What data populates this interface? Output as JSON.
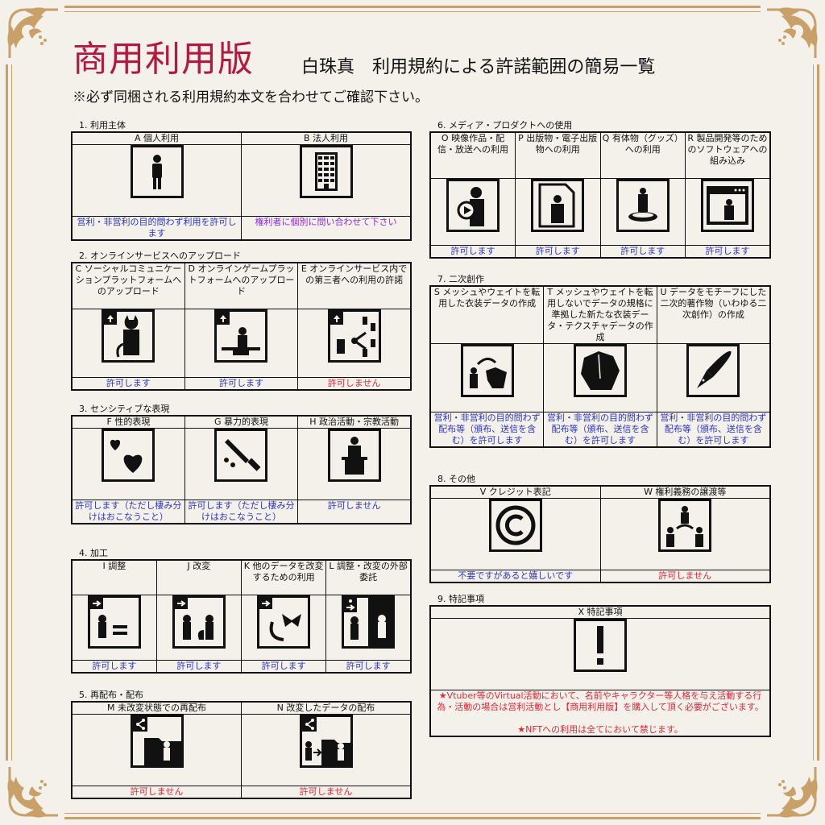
{
  "colors": {
    "title": "#b5173f",
    "permit": "#2b32c9",
    "deny": "#e0283a",
    "contact": "#8a2be2",
    "frame": "#c9a068",
    "background": "#f3f1ea"
  },
  "header": {
    "title": "商用利用版",
    "subtitle": "白珠真　利用規約による許諾範囲の簡易一覧",
    "notice": "※必ず同梱される利用規約本文を合わせてご確認下さい。"
  },
  "sections": [
    {
      "id": "s1",
      "title": "1. 利用主体",
      "items": [
        {
          "key": "A",
          "label": "A 個人利用",
          "icon": "person-icon",
          "result": "営利・非営利の目的問わず利用を許可します",
          "status": "permit"
        },
        {
          "key": "B",
          "label": "B 法人利用",
          "icon": "building-icon",
          "result": "権利者に個別に問い合わせて下さい",
          "status": "contact"
        }
      ]
    },
    {
      "id": "s2",
      "title": "2. オンラインサービスへのアップロード",
      "items": [
        {
          "key": "C",
          "label": "C ソーシャルコミュニケーションプラットフォームへのアップロード",
          "icon": "upload-avatar-icon",
          "result": "許可します",
          "status": "permit"
        },
        {
          "key": "D",
          "label": "D オンラインゲームプラットフォームへのアップロード",
          "icon": "upload-game-icon",
          "result": "許可します",
          "status": "permit"
        },
        {
          "key": "E",
          "label": "E オンラインサービス内での第三者への利用の許諾",
          "icon": "upload-share-icon",
          "result": "許可しません",
          "status": "deny"
        }
      ]
    },
    {
      "id": "s3",
      "title": "3. センシティブな表現",
      "items": [
        {
          "key": "F",
          "label": "F 性的表現",
          "icon": "hearts-icon",
          "result": "許可します（ただし棲み分けはおこなうこと）",
          "status": "permit"
        },
        {
          "key": "G",
          "label": "G 暴力的表現",
          "icon": "knife-icon",
          "result": "許可します（ただし棲み分けはおこなうこと）",
          "status": "permit"
        },
        {
          "key": "H",
          "label": "H 政治活動・宗教活動",
          "icon": "podium-icon",
          "result": "許可しません",
          "status": "permit"
        }
      ]
    },
    {
      "id": "s4",
      "title": "4. 加工",
      "items": [
        {
          "key": "I",
          "label": "I 調整",
          "icon": "adjust-icon",
          "result": "許可します",
          "status": "permit"
        },
        {
          "key": "J",
          "label": "J 改変",
          "icon": "modify-icon",
          "result": "許可します",
          "status": "permit"
        },
        {
          "key": "K",
          "label": "K 他のデータを改変するための利用",
          "icon": "parts-icon",
          "result": "許可します",
          "status": "permit"
        },
        {
          "key": "L",
          "label": "L 調整・改変の外部委託",
          "icon": "outsource-icon",
          "result": "許可します",
          "status": "permit"
        }
      ]
    },
    {
      "id": "s5",
      "title": "5. 再配布・配布",
      "items": [
        {
          "key": "M",
          "label": "M 未改変状態での再配布",
          "icon": "share-folder-icon",
          "result": "許可しません",
          "status": "deny"
        },
        {
          "key": "N",
          "label": "N 改変したデータの配布",
          "icon": "share-modified-icon",
          "result": "許可しません",
          "status": "deny"
        }
      ]
    },
    {
      "id": "s6",
      "title": "6. メディア・プロダクトへの使用",
      "items": [
        {
          "key": "O",
          "label": "O 映像作品・配信・放送への利用",
          "icon": "video-icon",
          "result": "許可します",
          "status": "permit"
        },
        {
          "key": "P",
          "label": "P 出版物・電子出版物への利用",
          "icon": "publication-icon",
          "result": "許可します",
          "status": "permit"
        },
        {
          "key": "Q",
          "label": "Q 有体物（グッズ）への利用",
          "icon": "figure-icon",
          "result": "許可します",
          "status": "permit"
        },
        {
          "key": "R",
          "label": "R 製品開発等のためのソフトウェアへの組み込み",
          "icon": "software-window-icon",
          "result": "許可します",
          "status": "permit"
        }
      ]
    },
    {
      "id": "s7",
      "title": "7. 二次創作",
      "items": [
        {
          "key": "S",
          "label": "S メッシュやウェイトを転用した衣装データの作成",
          "icon": "costume-transfer-icon",
          "result": "営利・非営利の目的問わず配布等（頒布、送信を含む）を許可します",
          "status": "permit"
        },
        {
          "key": "T",
          "label": "T メッシュやウェイトを転用しないでデータの規格に準拠した新たな衣装データ・テクスチャデータの作成",
          "icon": "costume-icon",
          "result": "営利・非営利の目的問わず配布等（頒布、送信を含む）を許可します",
          "status": "permit"
        },
        {
          "key": "U",
          "label": "U データをモチーフにした二次的著作物（いわゆる二次創作）の作成",
          "icon": "pen-nib-icon",
          "result": "営利・非営利の目的問わず配布等（頒布、送信を含む）を許可します",
          "status": "permit"
        }
      ]
    },
    {
      "id": "s8",
      "title": "8. その他",
      "items": [
        {
          "key": "V",
          "label": "V クレジット表記",
          "icon": "copyright-icon",
          "result": "不要ですがあると嬉しいです",
          "status": "permit"
        },
        {
          "key": "W",
          "label": "W 権利義務の譲渡等",
          "icon": "transfer-icon",
          "result": "許可しません",
          "status": "deny"
        }
      ]
    },
    {
      "id": "s9",
      "title": "9. 特記事項",
      "items": [
        {
          "key": "X",
          "label": "X 特記事項",
          "icon": "exclamation-icon",
          "result": "",
          "status": "deny"
        }
      ],
      "notes": [
        "★Vtuber等のVirtual活動において、名前やキャラクター等人格を与え活動する行為・活動の場合は営利活動とし【商用利用版】を購入して頂く必要がございます。",
        "★NFTへの利用は全てにおいて禁じます。"
      ]
    }
  ]
}
